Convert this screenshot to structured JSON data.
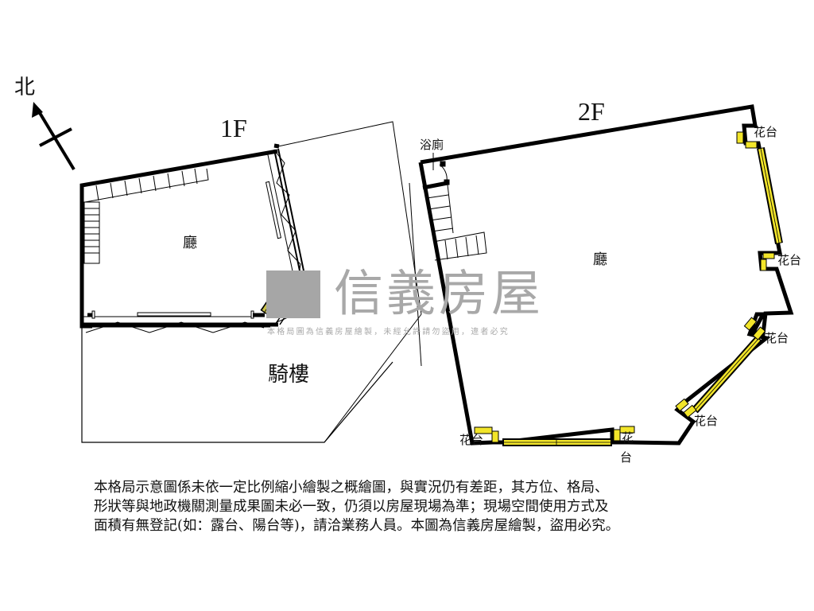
{
  "compass": {
    "label": "北",
    "icon": "north-arrow-icon"
  },
  "floor_1": {
    "title": "1F",
    "rooms": {
      "living": "廳",
      "arcade": "騎樓"
    }
  },
  "floor_2": {
    "title": "2F",
    "rooms": {
      "living": "廳",
      "bathroom": "浴廁"
    },
    "planters": [
      "花台",
      "花台",
      "花台",
      "花台",
      "花台",
      "花"
    ],
    "planter_split_bottom": "台"
  },
  "watermark": {
    "brand": "信義房屋",
    "notice": "本格局圖為信義房屋繪製，未經允許請勿盜用，違者必究"
  },
  "disclaimer": {
    "lines": [
      "本格局示意圖係未依一定比例縮小繪製之概繪圖，與實況仍有差距，其方位、格局、",
      "形狀等與地政機關測量成果圖未必一致，仍須以房屋現場為準；現場空間使用方式及",
      "面積有無登記(如：露台、陽台等)，請洽業務人員。本圖為信義房屋繪製，盜用必究。"
    ]
  },
  "colors": {
    "wall": "#000000",
    "window_fill": "#f2e52a",
    "window_dim": "#c9c24a",
    "watermark": "#a8a8a8"
  }
}
